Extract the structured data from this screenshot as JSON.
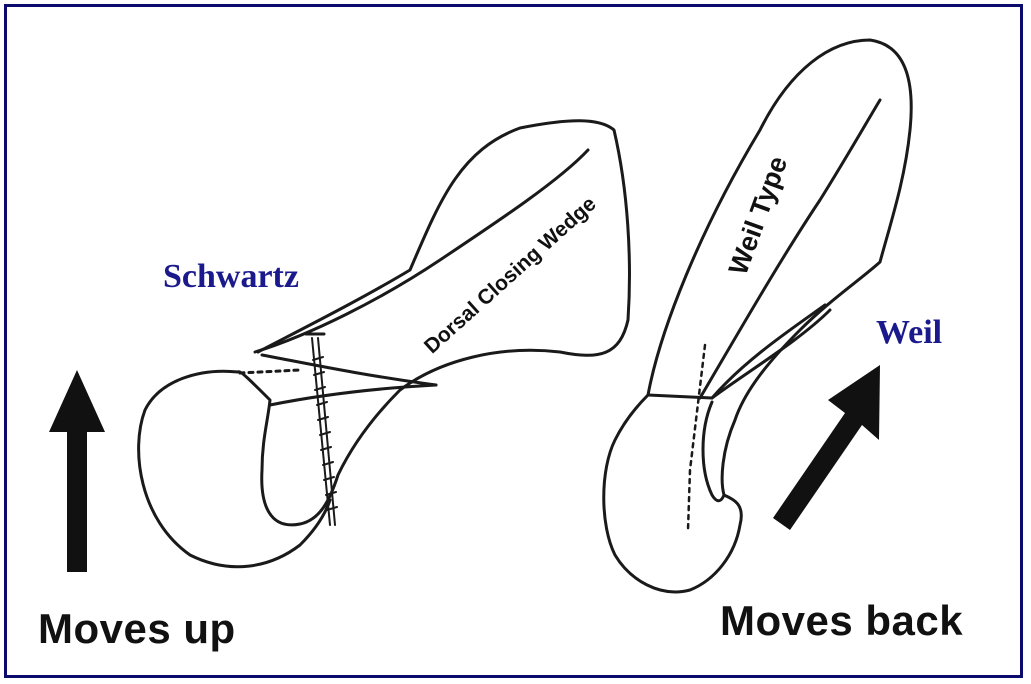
{
  "labels": {
    "left_procedure": "Schwartz",
    "right_procedure": "Weil",
    "left_cut": "Dorsal Closing Wedge",
    "right_cut": "Weil Type",
    "left_movement": "Moves up",
    "right_movement": "Moves back"
  },
  "colors": {
    "frame": "#0b0b6e",
    "procedure_label": "#1a1a8c",
    "outline": "#1a1a1a",
    "arrow": "#111111"
  }
}
